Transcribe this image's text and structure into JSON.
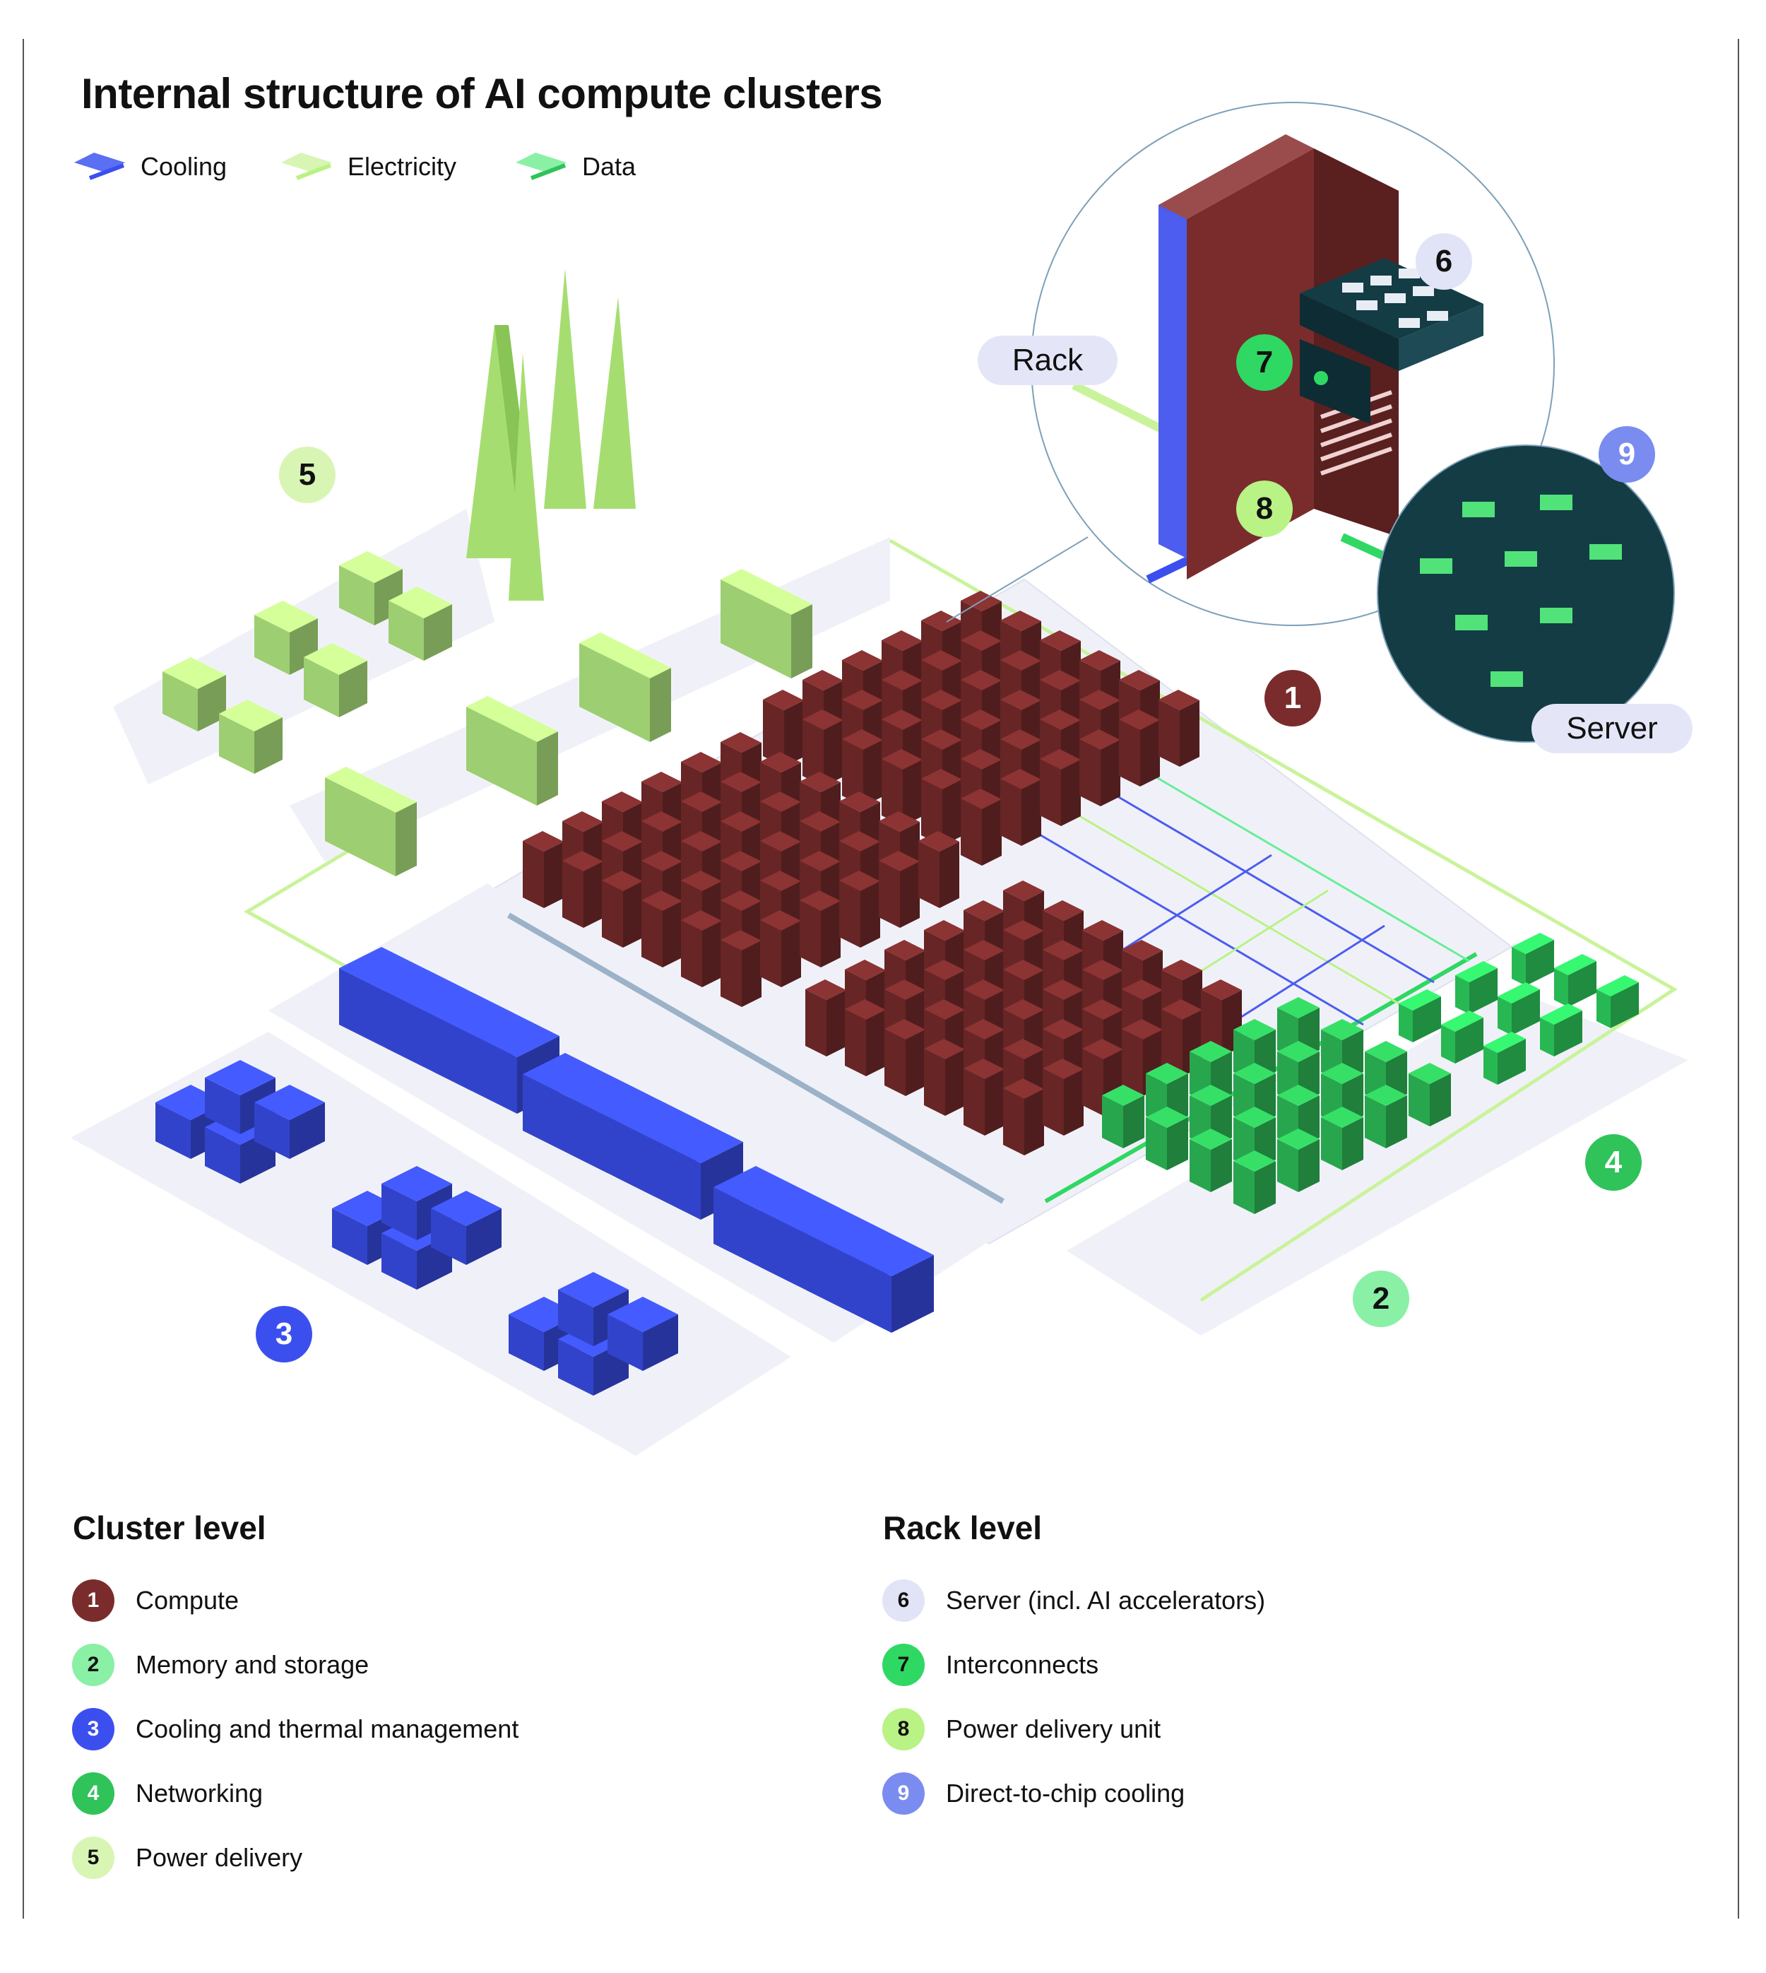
{
  "title": "Internal structure of AI compute clusters",
  "legend": [
    {
      "label": "Cooling",
      "color": "#5a6ff2"
    },
    {
      "label": "Electricity",
      "color": "#c9f39a"
    },
    {
      "label": "Data",
      "color": "#67ee98"
    }
  ],
  "callouts": {
    "rack": "Rack",
    "server": "Server"
  },
  "badges": [
    "1",
    "2",
    "3",
    "4",
    "5",
    "6",
    "7",
    "8",
    "9"
  ],
  "colors": {
    "compute": "#7a2c2c",
    "memory": "#8af0a6",
    "cooling": "#3b4fef",
    "networking": "#2fc35a",
    "power": "#d8f5b4",
    "server": "#e1e3f7",
    "interconnect": "#2fd862",
    "pdu": "#b9f285",
    "dtc": "#7b8cf0"
  },
  "cluster_level": {
    "heading": "Cluster level",
    "items": [
      {
        "num": "1",
        "label": "Compute"
      },
      {
        "num": "2",
        "label": "Memory and storage"
      },
      {
        "num": "3",
        "label": "Cooling and thermal management"
      },
      {
        "num": "4",
        "label": "Networking"
      },
      {
        "num": "5",
        "label": "Power delivery"
      }
    ]
  },
  "rack_level": {
    "heading": "Rack level",
    "items": [
      {
        "num": "6",
        "label": "Server (incl. AI accelerators)"
      },
      {
        "num": "7",
        "label": "Interconnects"
      },
      {
        "num": "8",
        "label": "Power delivery unit"
      },
      {
        "num": "9",
        "label": "Direct-to-chip cooling"
      }
    ]
  }
}
